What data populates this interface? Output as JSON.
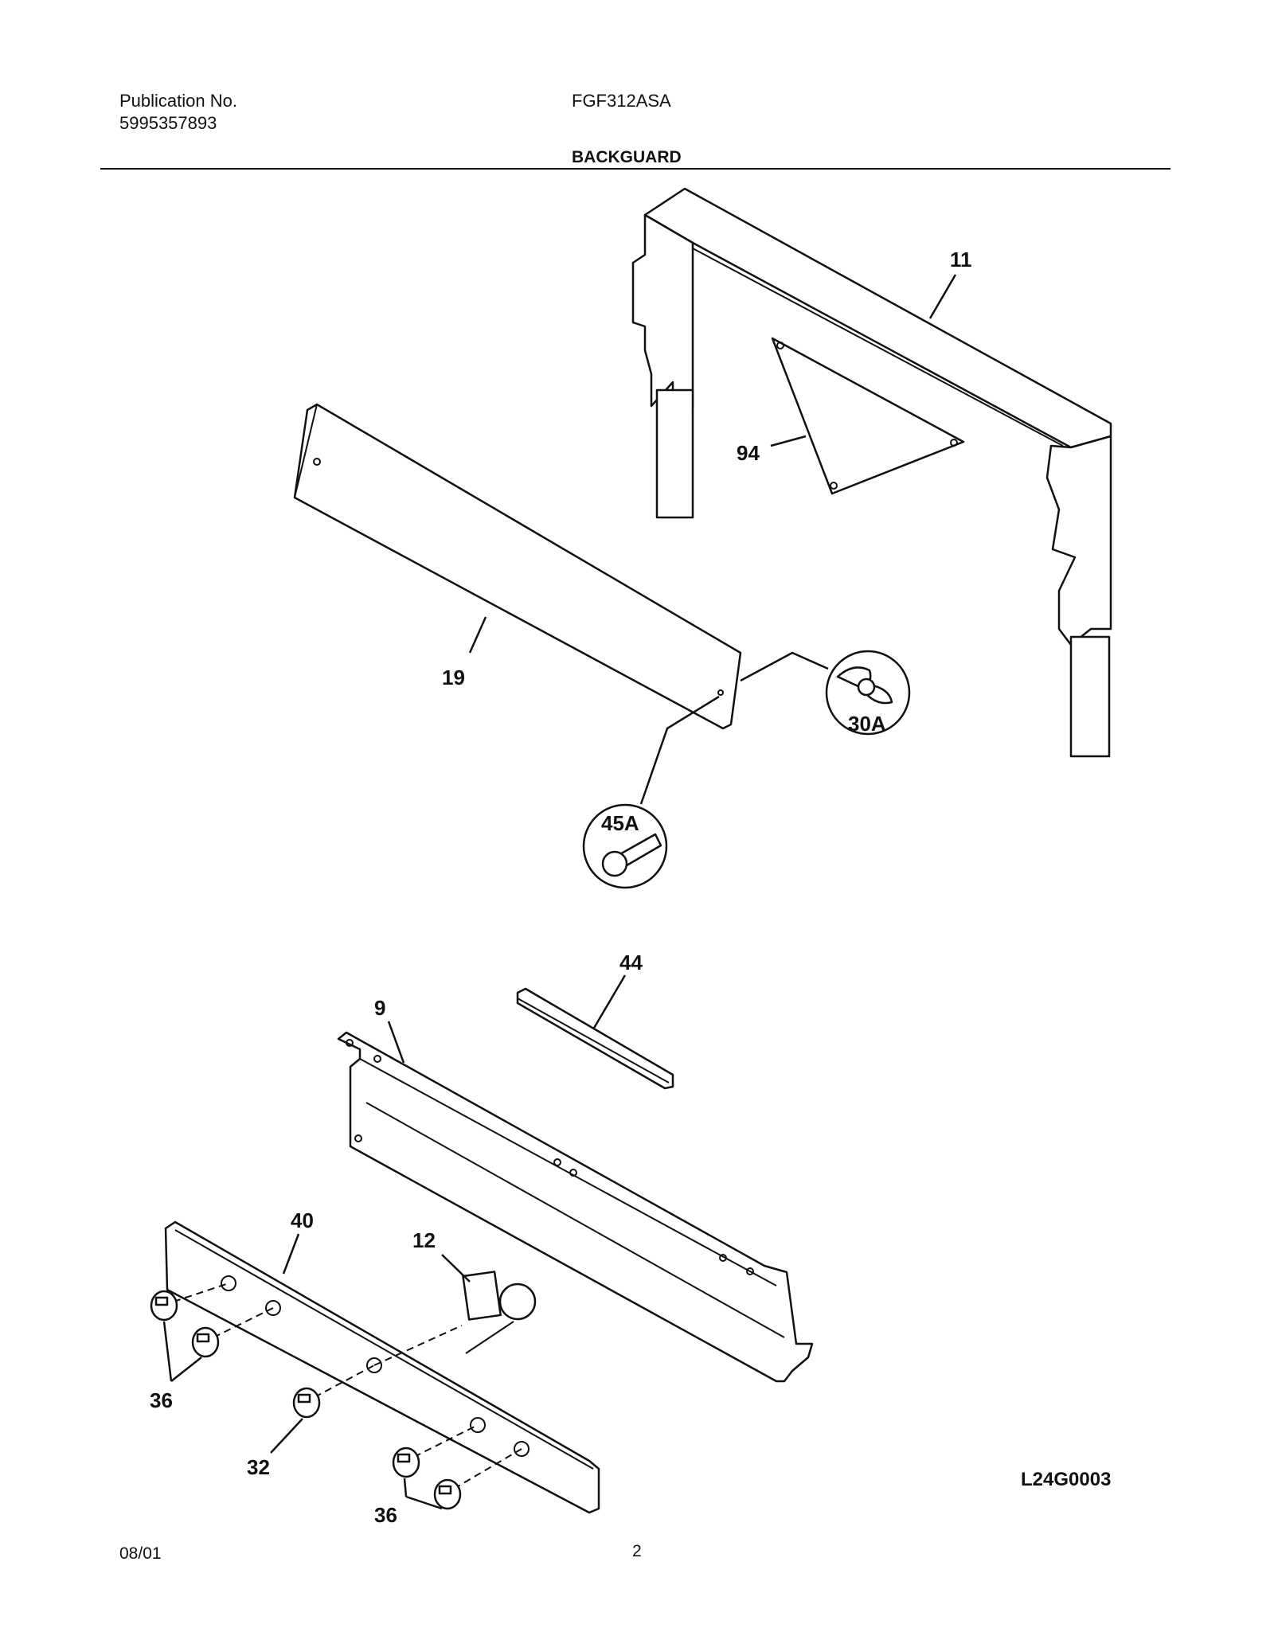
{
  "header": {
    "publication_label": "Publication No.",
    "publication_number": "5995357893",
    "model": "FGF312ASA",
    "section_title": "BACKGUARD"
  },
  "callouts": {
    "c11": "11",
    "c94": "94",
    "c19": "19",
    "c30a": "30A",
    "c45a": "45A",
    "c44": "44",
    "c9": "9",
    "c40": "40",
    "c12": "12",
    "c36a": "36",
    "c32": "32",
    "c36b": "36"
  },
  "drawing_code": "L24G0003",
  "footer": {
    "date": "08/01",
    "page": "2"
  }
}
